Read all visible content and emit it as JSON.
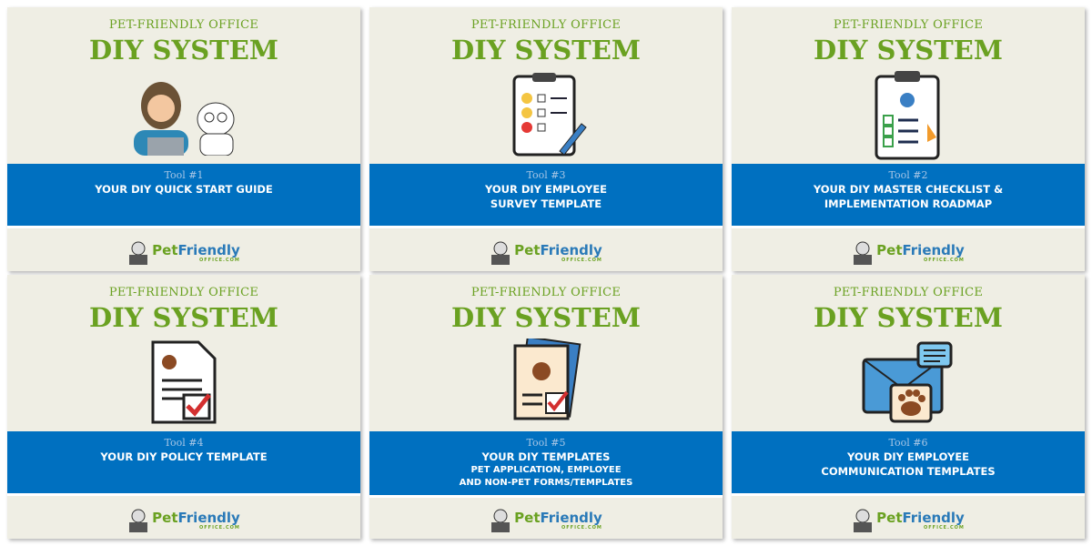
{
  "brand": {
    "kicker": "PET-FRIENDLY OFFICE",
    "title": "DIY SYSTEM",
    "logo_main_1": "Pet",
    "logo_main_2": "Friendly",
    "logo_sub": "OFFICE.COM"
  },
  "colors": {
    "green": "#6aa121",
    "blue": "#0070c0",
    "paper": "#efeee4"
  },
  "covers": [
    {
      "tool": "Tool #1",
      "lines": [
        "YOUR DIY QUICK START GUIDE"
      ],
      "sub": [],
      "icon": "woman-and-dog-icon"
    },
    {
      "tool": "Tool #3",
      "lines": [
        "YOUR DIY EMPLOYEE",
        "SURVEY TEMPLATE"
      ],
      "sub": [],
      "icon": "survey-clipboard-icon"
    },
    {
      "tool": "Tool #2",
      "lines": [
        "YOUR DIY MASTER CHECKLIST &",
        "IMPLEMENTATION ROADMAP"
      ],
      "sub": [],
      "icon": "checklist-clipboard-icon"
    },
    {
      "tool": "Tool #4",
      "lines": [
        "YOUR DIY POLICY TEMPLATE"
      ],
      "sub": [],
      "icon": "policy-document-icon"
    },
    {
      "tool": "Tool #5",
      "lines": [
        "YOUR DIY TEMPLATES"
      ],
      "sub": [
        "PET APPLICATION, EMPLOYEE",
        "AND NON-PET FORMS/TEMPLATES"
      ],
      "icon": "forms-documents-icon"
    },
    {
      "tool": "Tool #6",
      "lines": [
        "YOUR DIY EMPLOYEE",
        "COMMUNICATION TEMPLATES"
      ],
      "sub": [],
      "icon": "envelope-chat-icon"
    }
  ]
}
